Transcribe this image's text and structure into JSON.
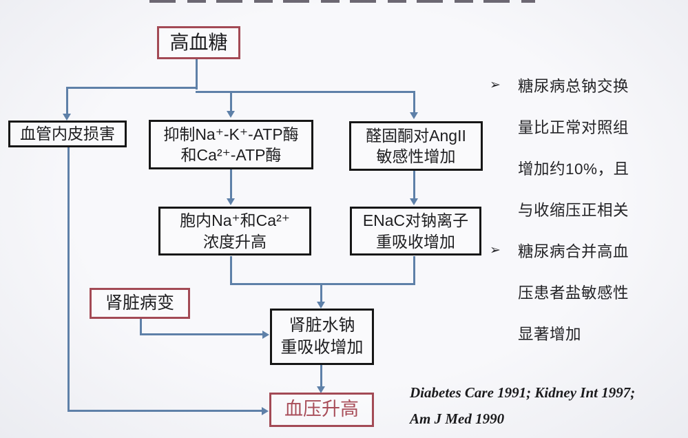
{
  "colors": {
    "line_blue": "#5e80a8",
    "red_accent": "#a34a55",
    "red_text": "#a84d59",
    "box_border_black": "#161616"
  },
  "flowchart": {
    "hyperglycemia": {
      "label": "高血糖"
    },
    "vascular": {
      "label": "血管内皮损害"
    },
    "atpase": {
      "line1": "抑制Na⁺-K⁺-ATP酶",
      "line2": "和Ca²⁺-ATP酶"
    },
    "aldosterone": {
      "line1": "醛固酮对AngII",
      "line2": "敏感性增加"
    },
    "intracellular": {
      "line1": "胞内Na⁺和Ca²⁺",
      "line2": "浓度升高"
    },
    "enac": {
      "line1": "ENaC对钠离子",
      "line2": "重吸收增加"
    },
    "kidney_disease": {
      "label": "肾脏病变"
    },
    "kidney_reabsorption": {
      "line1": "肾脏水钠",
      "line2": "重吸收增加"
    },
    "blood_pressure": {
      "label": "血压升高"
    }
  },
  "right_panel": {
    "bullet_glyph": "➢",
    "bullets": [
      {
        "lines": [
          "糖尿病总钠交换",
          "量比正常对照组",
          "增加约10%，且",
          "与收缩压正相关"
        ]
      },
      {
        "lines": [
          "糖尿病合并高血",
          "压患者盐敏感性",
          "显著增加"
        ]
      }
    ]
  },
  "citations": {
    "line1": "Diabetes Care 1991; Kidney Int 1997;",
    "line2": "Am J Med 1990"
  }
}
